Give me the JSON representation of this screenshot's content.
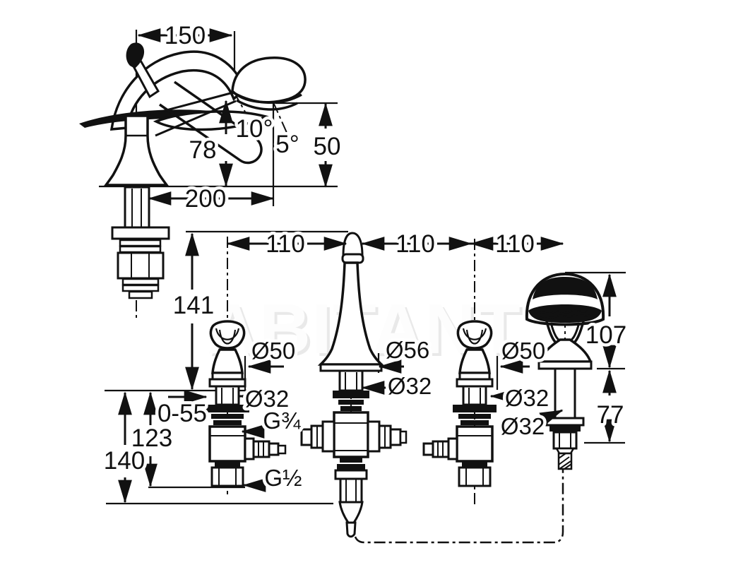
{
  "watermark": {
    "text": "ABITANT"
  },
  "colors": {
    "line": "#111111",
    "watermark_fill": "#fdfdfd",
    "watermark_shadow": "#e9e9e9"
  },
  "faucet_side_view": {
    "dim_width_top": "150",
    "dim_outlet_height": "78",
    "dim_spray_angle": "10°",
    "dim_stream_angle": "5°",
    "dim_drop_height": "50",
    "dim_reach": "200"
  },
  "bath_mixer_front_view": {
    "dim_spacing_left": "110",
    "dim_spacing_center": "110",
    "dim_spacing_right": "110",
    "dim_spout_height": "141",
    "dim_deck_thickness_range": "0-55",
    "dim_depth_to_outlet": "123",
    "dim_depth_total": "140",
    "dim_left_handle_dia": "Ø50",
    "dim_left_shaft_dia": "Ø32",
    "dim_side_thread": "G¾",
    "dim_bottom_thread": "G½",
    "dim_spout_dia": "Ø56",
    "dim_spout_shaft_dia": "Ø32",
    "dim_right_handle_dia": "Ø50",
    "dim_right_shaft_dia": "Ø32",
    "dim_shower_shaft_dia": "Ø32",
    "dim_shower_height": "107",
    "dim_shower_depth": "77"
  }
}
